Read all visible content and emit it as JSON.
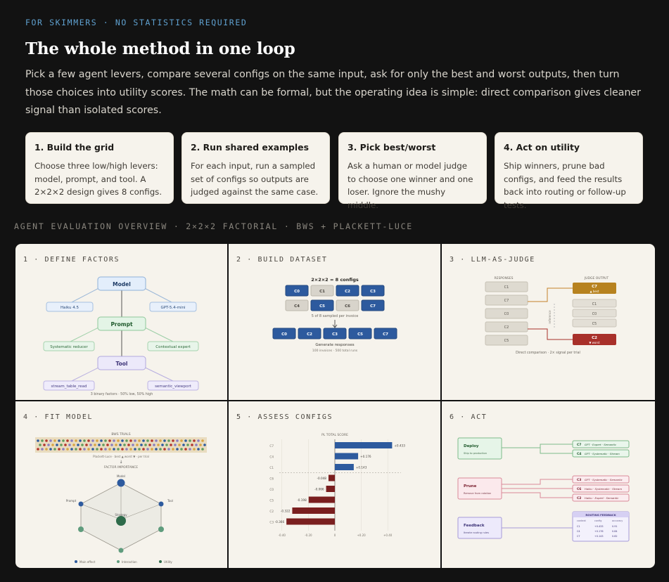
{
  "header": {
    "eyebrow": "FOR SKIMMERS · NO STATISTICS REQUIRED",
    "title": "The whole method in one loop",
    "lede": "Pick a few agent levers, compare several configs on the same input, ask for only the best and worst outputs, then turn those choices into utility scores. The math can be formal, but the operating idea is simple: direct comparison gives cleaner signal than isolated scores."
  },
  "steps": [
    {
      "title": "1. Build the grid",
      "body": "Choose three low/high levers: model, prompt, and tool. A 2×2×2 design gives 8 configs."
    },
    {
      "title": "2. Run shared examples",
      "body": "For each input, run a sampled set of configs so outputs are judged against the same case."
    },
    {
      "title": "3. Pick best/worst",
      "body": "Ask a human or model judge to choose one winner and one loser. Ignore the mushy middle."
    },
    {
      "title": "4. Act on utility",
      "body": "Ship winners, prune bad configs, and feed the results back into routing or follow-up tests."
    }
  ],
  "overview_label": "AGENT EVALUATION OVERVIEW · 2×2×2 FACTORIAL · BWS + PLACKETT-LUCE",
  "panels": [
    {
      "label": "1 · DEFINE FACTORS"
    },
    {
      "label": "2 · BUILD DATASET"
    },
    {
      "label": "3 · LLM-AS-JUDGE"
    },
    {
      "label": "4 · FIT MODEL"
    },
    {
      "label": "5 · ASSESS CONFIGS"
    },
    {
      "label": "6 · ACT"
    }
  ],
  "factors": {
    "model": "Model",
    "model_low": "Haiku 4.5",
    "model_high": "GPT-5.4-mini",
    "prompt": "Prompt",
    "prompt_low": "Systematic reducer",
    "prompt_high": "Contextual expert",
    "tool": "Tool",
    "tool_low": "stream_table_read",
    "tool_high": "semantic_viewport",
    "footnote": "3 binary factors · 50% low, 50% high"
  },
  "dataset": {
    "title": "2×2×2 = 8 configs",
    "grid_row1": [
      "C0",
      "C1",
      "C2",
      "C3"
    ],
    "grid_row2": [
      "C4",
      "C5",
      "C6",
      "C7"
    ],
    "sampled_note": "5 of 8 sampled per invoice",
    "sample_row": [
      "C0",
      "C2",
      "C3",
      "C5",
      "C7"
    ],
    "gen_title": "Generate responses",
    "gen_note": "100 invoices · 500 total runs"
  },
  "judge": {
    "left_head": "RESPONSES",
    "right_head": "JUDGE OUTPUT",
    "left": [
      "C1",
      "C7",
      "C0",
      "C2",
      "C5"
    ],
    "right": [
      "C1",
      "C0",
      "C5"
    ],
    "best": "C7",
    "best_tag": "▲ best",
    "worst": "C2",
    "worst_tag": "▼ worst",
    "side_note": "reference",
    "footnote": "Direct comparison · 2× signal per trial"
  },
  "fit": {
    "trials_title": "BWS TRIALS",
    "trials_note": "Plackett-Luce · best ▲ worst ▼ · per trial",
    "importance_title": "FACTOR IMPORTANCE",
    "nodes": {
      "model": "Model",
      "prompt": "Prompt",
      "tool": "Tool",
      "tool_strategy": "Strategy"
    },
    "legend": [
      "Main effect",
      "Interaction",
      "Utility"
    ],
    "dot_colors": [
      "#2d5a9e",
      "#b4342c",
      "#d9a441",
      "#5f9c5d",
      "#8a7dbf"
    ]
  },
  "assess": {
    "title": "PL TOTAL SCORE",
    "zero_label": "0",
    "ticks": [
      "-0.40",
      "-0.20",
      "0",
      "+0.20",
      "+0.40"
    ]
  },
  "chart_data": {
    "type": "bar",
    "title": "PL TOTAL SCORE",
    "categories": [
      "C7",
      "C4",
      "C1",
      "C6",
      "C0",
      "C5",
      "C2",
      "C3"
    ],
    "values": [
      0.433,
      0.176,
      0.143,
      -0.048,
      -0.066,
      -0.198,
      -0.322,
      -0.366
    ],
    "labels": [
      "+0.433",
      "+0.176",
      "+0.143",
      "-0.048",
      "-0.066",
      "-0.198",
      "-0.322",
      "-0.366"
    ],
    "xlim": [
      -0.42,
      0.5
    ],
    "colors": {
      "positive": "#2d5a9e",
      "negative": "#7a1f1f"
    }
  },
  "act": {
    "deploy": {
      "title": "Deploy",
      "sub": "Ship to production",
      "items": [
        {
          "id": "C7",
          "desc": "GPT · Expert · Semantic"
        },
        {
          "id": "C4",
          "desc": "GPT · Systematic · Stream"
        }
      ]
    },
    "prune": {
      "title": "Prune",
      "sub": "Remove from rotation",
      "items": [
        {
          "id": "C3",
          "desc": "GPT · Systematic · Semantic"
        },
        {
          "id": "C6",
          "desc": "Haiku · Systematic · Stream"
        },
        {
          "id": "C2",
          "desc": "Haiku · Expert · Semantic"
        }
      ]
    },
    "feedback": {
      "title": "Feedback",
      "sub": "Iterate routing rules",
      "table_title": "ROUTING FEEDBACK",
      "table_head": [
        "context",
        "config",
        "accuracy"
      ],
      "table_rows": [
        [
          "C1",
          "+0.433",
          "0.91"
        ],
        [
          "C4",
          "+0.176",
          "0.84"
        ],
        [
          "C7",
          "+0.143",
          "0.82"
        ]
      ]
    }
  }
}
